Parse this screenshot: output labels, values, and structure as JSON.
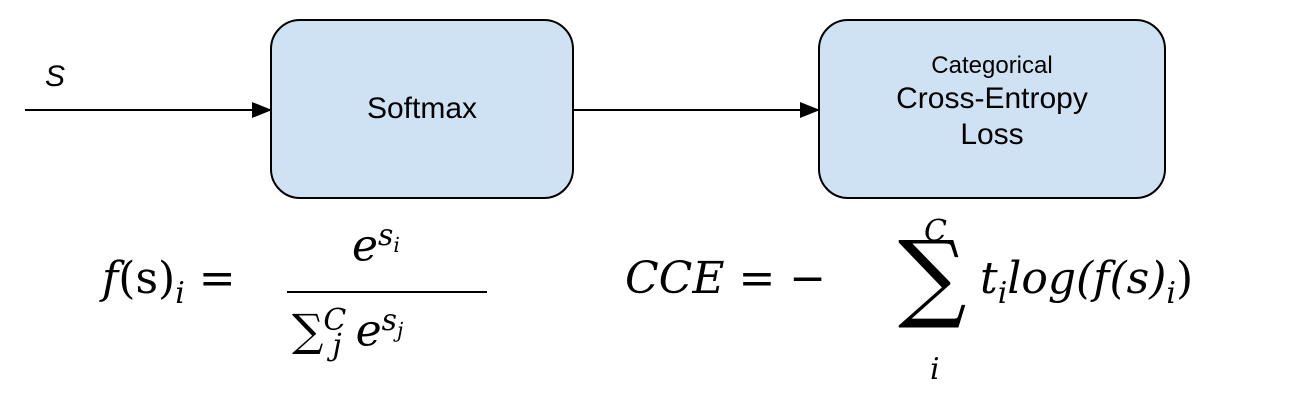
{
  "diagram": {
    "input_label": "S",
    "softmax_box": {
      "label": "Softmax"
    },
    "cce_box": {
      "line1": "Categorical",
      "line2": "Cross-Entropy",
      "line3": "Loss"
    },
    "box_fill": "#cfe2f3"
  },
  "formulas": {
    "softmax": {
      "lhs_f": "f",
      "lhs_paren": "(s)",
      "lhs_sub": "i",
      "eq": " =",
      "num_base": "e",
      "num_sup": "s",
      "num_sup_sub": "i",
      "den_sum": "∑",
      "den_sub": "j",
      "den_sup": "C",
      "den_base": "e",
      "den_exp": "s",
      "den_exp_sub": "j"
    },
    "cce": {
      "lhs": "CCE",
      "eq": " = −",
      "sum_sign": "∑",
      "sum_top": "C",
      "sum_bottom": "i",
      "t": "t",
      "t_sub": "i",
      "log": "log(f(s)",
      "log_sub": "i",
      "close": ")"
    }
  }
}
